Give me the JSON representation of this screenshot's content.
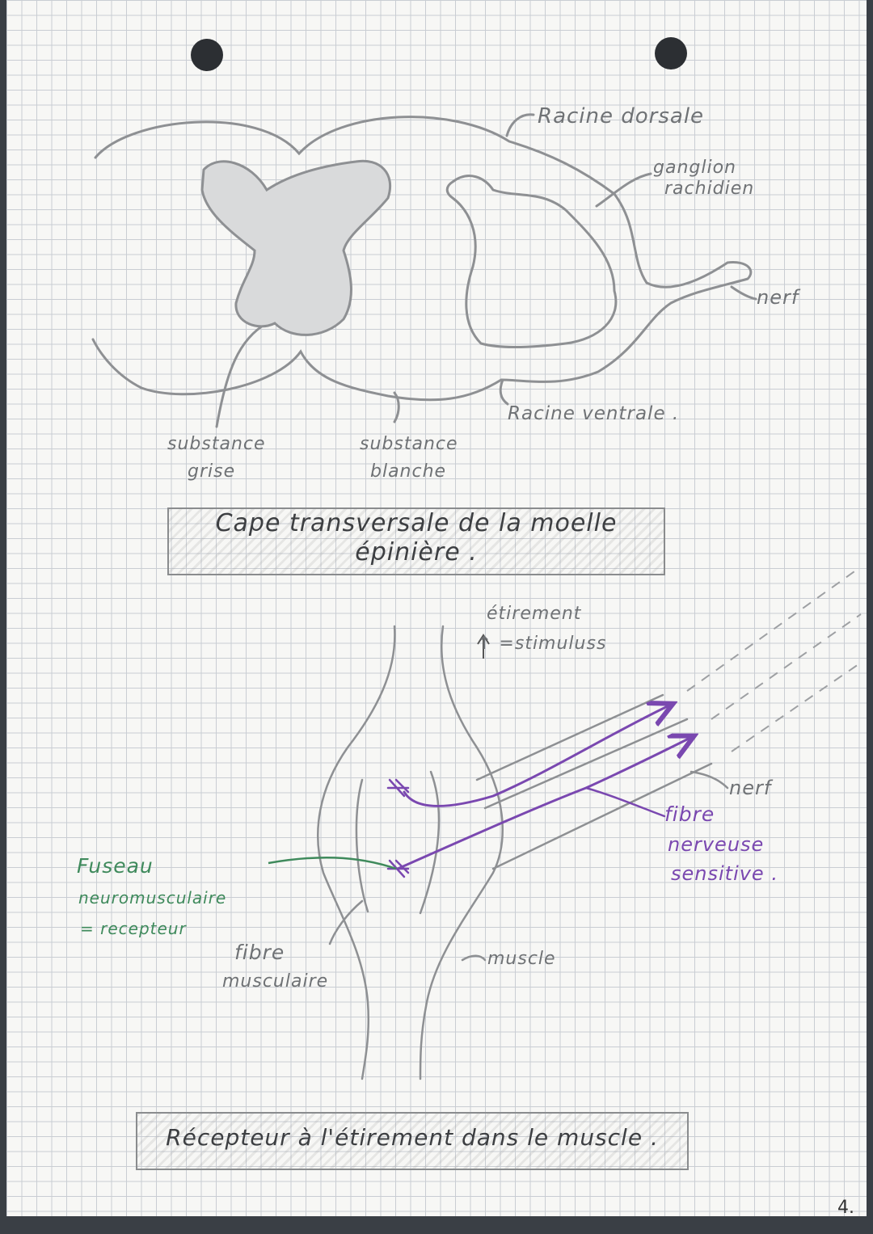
{
  "diagram1": {
    "labels": {
      "racine_dorsale": "Racine dorsale",
      "ganglion_1": "ganglion",
      "ganglion_2": "rachidien",
      "nerf": "nerf",
      "racine_ventrale": "Racine ventrale .",
      "substance_grise_1": "substance",
      "substance_grise_2": "grise",
      "substance_blanche_1": "substance",
      "substance_blanche_2": "blanche"
    },
    "caption_line1": "Cape transversale de la moelle",
    "caption_line2": "épinière ."
  },
  "diagram2": {
    "labels": {
      "etirement": "étirement",
      "stimulus": "↑ =stimuluss",
      "nerf": "nerf",
      "fibre_nerveuse_1": "fibre",
      "fibre_nerveuse_2": "nerveuse",
      "fibre_nerveuse_3": "sensitive .",
      "fuseau_1": "Fuseau",
      "fuseau_2": "neuromusculaire",
      "fuseau_3": "= recepteur",
      "fibre_musculaire_1": "fibre",
      "fibre_musculaire_2": "musculaire",
      "muscle": "muscle"
    },
    "caption": "Récepteur à l'étirement dans le muscle ."
  },
  "page_number": "4.",
  "colors": {
    "pencil": "#8e9093",
    "grey_fill": "#d9dadb",
    "green": "#3f8a5c",
    "purple": "#7a48b0"
  }
}
